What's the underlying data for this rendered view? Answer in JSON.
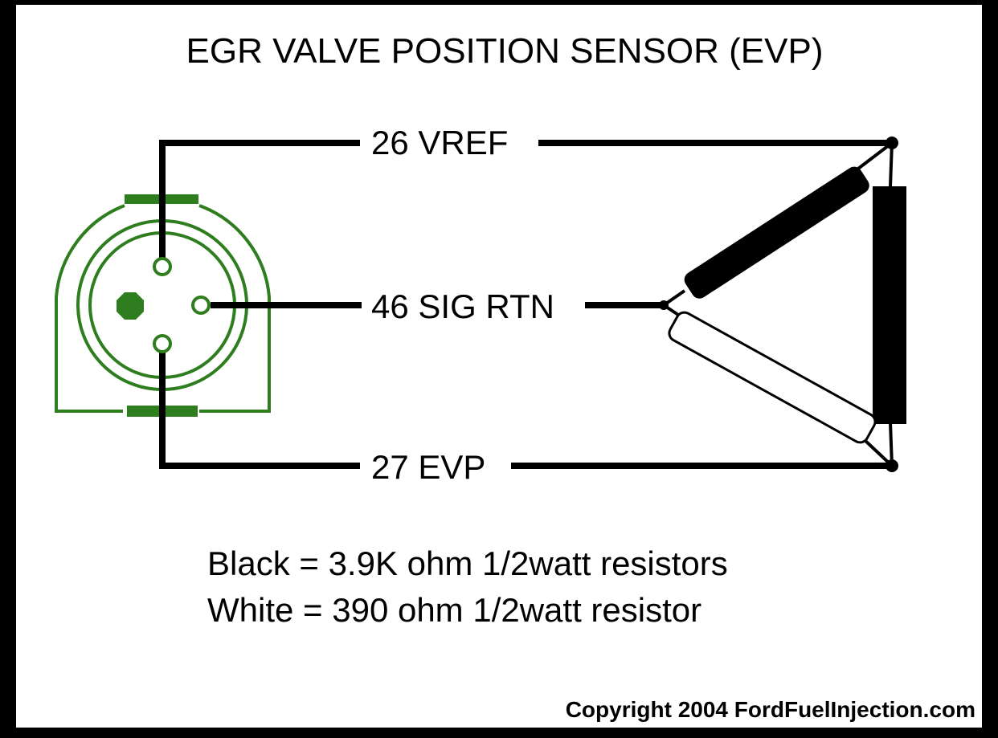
{
  "title": "EGR VALVE POSITION SENSOR (EVP)",
  "wires": {
    "vref": "26 VREF",
    "sig_rtn": "46 SIG RTN",
    "evp": "27 EVP"
  },
  "legend": {
    "black": "Black = 3.9K ohm 1/2watt resistors",
    "white": "White = 390 ohm 1/2watt resistor"
  },
  "copyright": "Copyright 2004 FordFuelInjection.com",
  "colors": {
    "background": "#ffffff",
    "frame": "#000000",
    "connector": "#2e7d1e",
    "wire": "#000000",
    "black_resistor": "#000000",
    "white_resistor": "#ffffff"
  }
}
